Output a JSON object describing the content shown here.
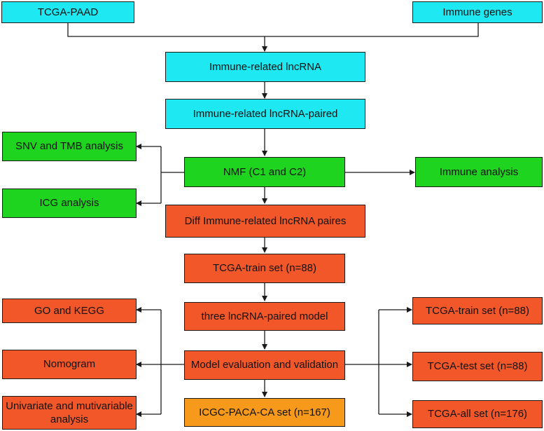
{
  "colors": {
    "cyan": "#1ee8f2",
    "green": "#1fd41f",
    "orange": "#f2572a",
    "amber": "#f79a1c",
    "line": "#1a1a1a"
  },
  "nodes": {
    "tcga_paad": "TCGA-PAAD",
    "immune_genes": "Immune genes",
    "immune_related_lncrna": "Immune-related lncRNA",
    "immune_related_lncrna_paired": "Immune-related lncRNA-paired",
    "snv_tmb": "SNV and TMB analysis",
    "nmf": "NMF (C1 and C2)",
    "immune_analysis": "Immune analysis",
    "icg_analysis": "ICG analysis",
    "diff_pairs": "Diff Immune-related lncRNA paires",
    "tcga_train_center": "TCGA-train set (n=88)",
    "go_kegg": "GO and KEGG",
    "model": "three lncRNA-paired model",
    "tcga_train_right": "TCGA-train set (n=88)",
    "nomogram": "Nomogram",
    "model_eval": "Model evaluation and validation",
    "tcga_test": "TCGA-test set (n=88)",
    "univariate": "Univariate and mutivariable analysis",
    "icgc": "ICGC-PACA-CA set (n=167)",
    "tcga_all": "TCGA-all set (n=176)"
  }
}
